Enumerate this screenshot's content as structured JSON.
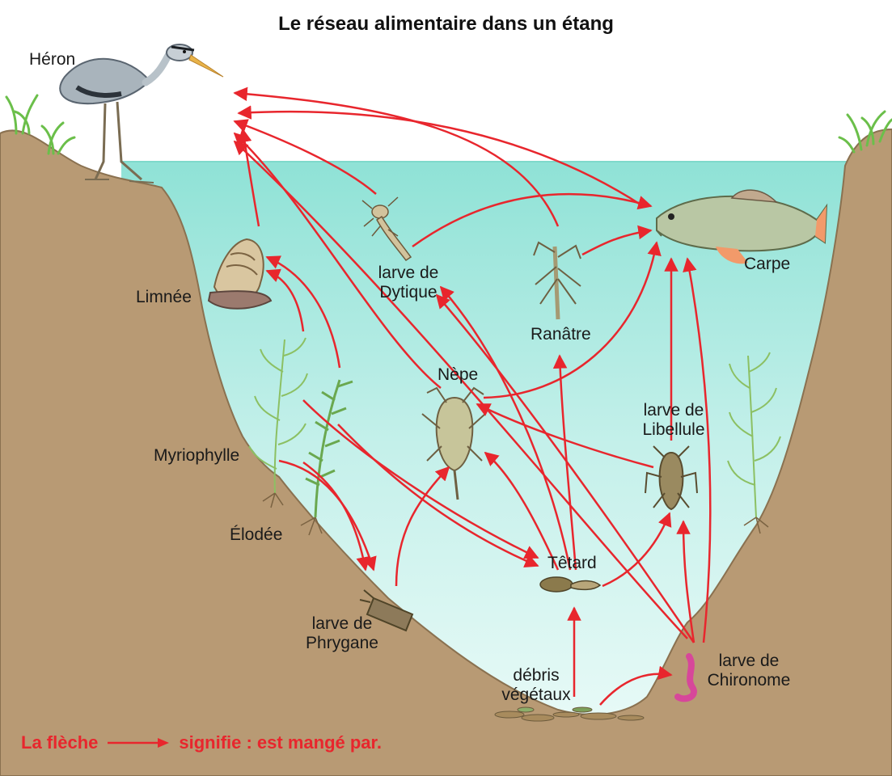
{
  "title": "Le réseau alimentaire dans un étang",
  "colors": {
    "arrow": "#e8262d",
    "water": "#bdeee6",
    "water_top": "#8fe2d6",
    "ground": "#b89a74",
    "ground_edge": "#8a7150",
    "plant": "#8cc063",
    "grass": "#6bbf4a"
  },
  "organisms": {
    "heron": {
      "label": "Héron",
      "icon": "heron-icon"
    },
    "limnee": {
      "label": "Limnée",
      "icon": "snail-icon"
    },
    "dytique": {
      "label_line1": "larve de",
      "label_line2": "Dytique",
      "icon": "diving-beetle-larva-icon"
    },
    "ranatre": {
      "label": "Ranâtre",
      "icon": "water-stick-insect-icon"
    },
    "carpe": {
      "label": "Carpe",
      "icon": "carp-fish-icon"
    },
    "nepe": {
      "label": "Nèpe",
      "icon": "water-scorpion-icon"
    },
    "libellule": {
      "label_line1": "larve de",
      "label_line2": "Libellule",
      "icon": "dragonfly-larva-icon"
    },
    "myriophylle": {
      "label": "Myriophylle",
      "icon": "water-milfoil-icon"
    },
    "elodee": {
      "label": "Élodée",
      "icon": "waterweed-icon"
    },
    "tetard": {
      "label": "Têtard",
      "icon": "tadpole-icon"
    },
    "phrygane": {
      "label_line1": "larve de",
      "label_line2": "Phrygane",
      "icon": "caddisfly-larva-icon"
    },
    "debris": {
      "label_line1": "débris",
      "label_line2": "végétaux",
      "icon": "plant-debris-icon"
    },
    "chironome": {
      "label_line1": "larve de",
      "label_line2": "Chironome",
      "icon": "bloodworm-icon"
    }
  },
  "legend": {
    "prefix": "La flèche",
    "suffix": "signifie : est mangé par."
  }
}
